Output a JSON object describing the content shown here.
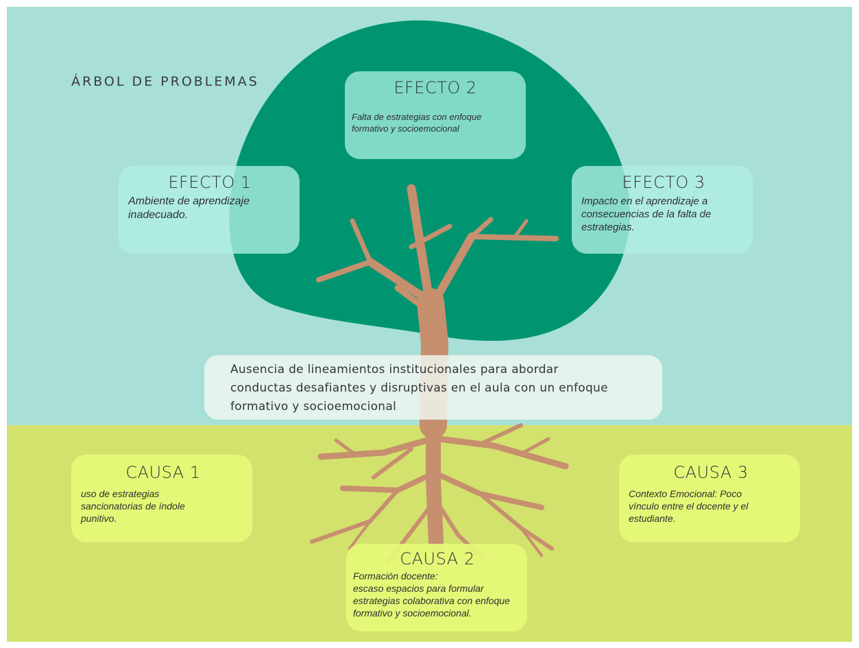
{
  "title": "ÁRBOL DE PROBLEMAS",
  "effects": [
    {
      "heading": "EFECTO 1",
      "text": "Ambiente de aprendizaje\ninadecuado."
    },
    {
      "heading": "EFECTO 2",
      "text": "Falta de estrategias con enfoque\nformativo y socioemocional"
    },
    {
      "heading": "EFECTO 3",
      "text": "Impacto en el aprendizaje a\nconsecuencias de la falta de\nestrategias."
    }
  ],
  "central_problem": "Ausencia de lineamientos institucionales para abordar\nconductas desafiantes y disruptivas en el aula con un enfoque\nformativo y socioemocional",
  "causes": [
    {
      "heading": "CAUSA 1",
      "text": "uso de estrategias\nsancionatorias de índole\npunitivo."
    },
    {
      "heading": "CAUSA 2",
      "text": "Formación docente:\nescaso espacios para formular\nestrategias colaborativa con enfoque\nformativo y socioemocional."
    },
    {
      "heading": "CAUSA 3",
      "text": "Contexto Emocional: Poco\nvínculo entre el docente y el\nestudiante."
    }
  ],
  "colors": {
    "sky": "#a8e0d8",
    "ground": "#d3e16d",
    "canopy": "#009570",
    "trunk": "#c68f6e"
  },
  "icons": [
    "tree-canopy",
    "tree-trunk",
    "tree-roots"
  ]
}
